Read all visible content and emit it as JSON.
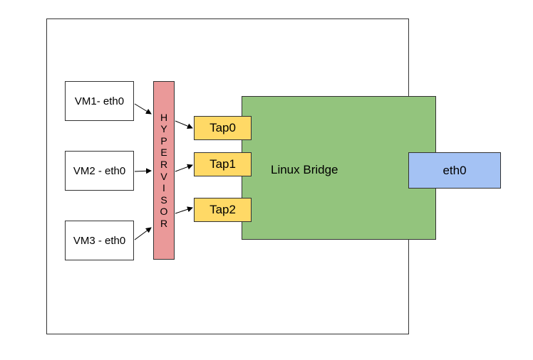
{
  "vms": [
    {
      "label": "VM1- eth0"
    },
    {
      "label": "VM2 - eth0"
    },
    {
      "label": "VM3 - eth0"
    }
  ],
  "hypervisor": {
    "label": "HYPERVISOR",
    "letters": [
      "H",
      "Y",
      "P",
      "E",
      "R",
      "V",
      "I",
      "S",
      "O",
      "R"
    ]
  },
  "taps": [
    {
      "label": "Tap0"
    },
    {
      "label": "Tap1"
    },
    {
      "label": "Tap2"
    }
  ],
  "bridge": {
    "label": "Linux Bridge"
  },
  "nic": {
    "label": "eth0"
  },
  "colors": {
    "hypervisor": "#ea9999",
    "bridge": "#93c47d",
    "tap": "#ffd966",
    "nic": "#a4c2f4",
    "border": "#333333"
  }
}
